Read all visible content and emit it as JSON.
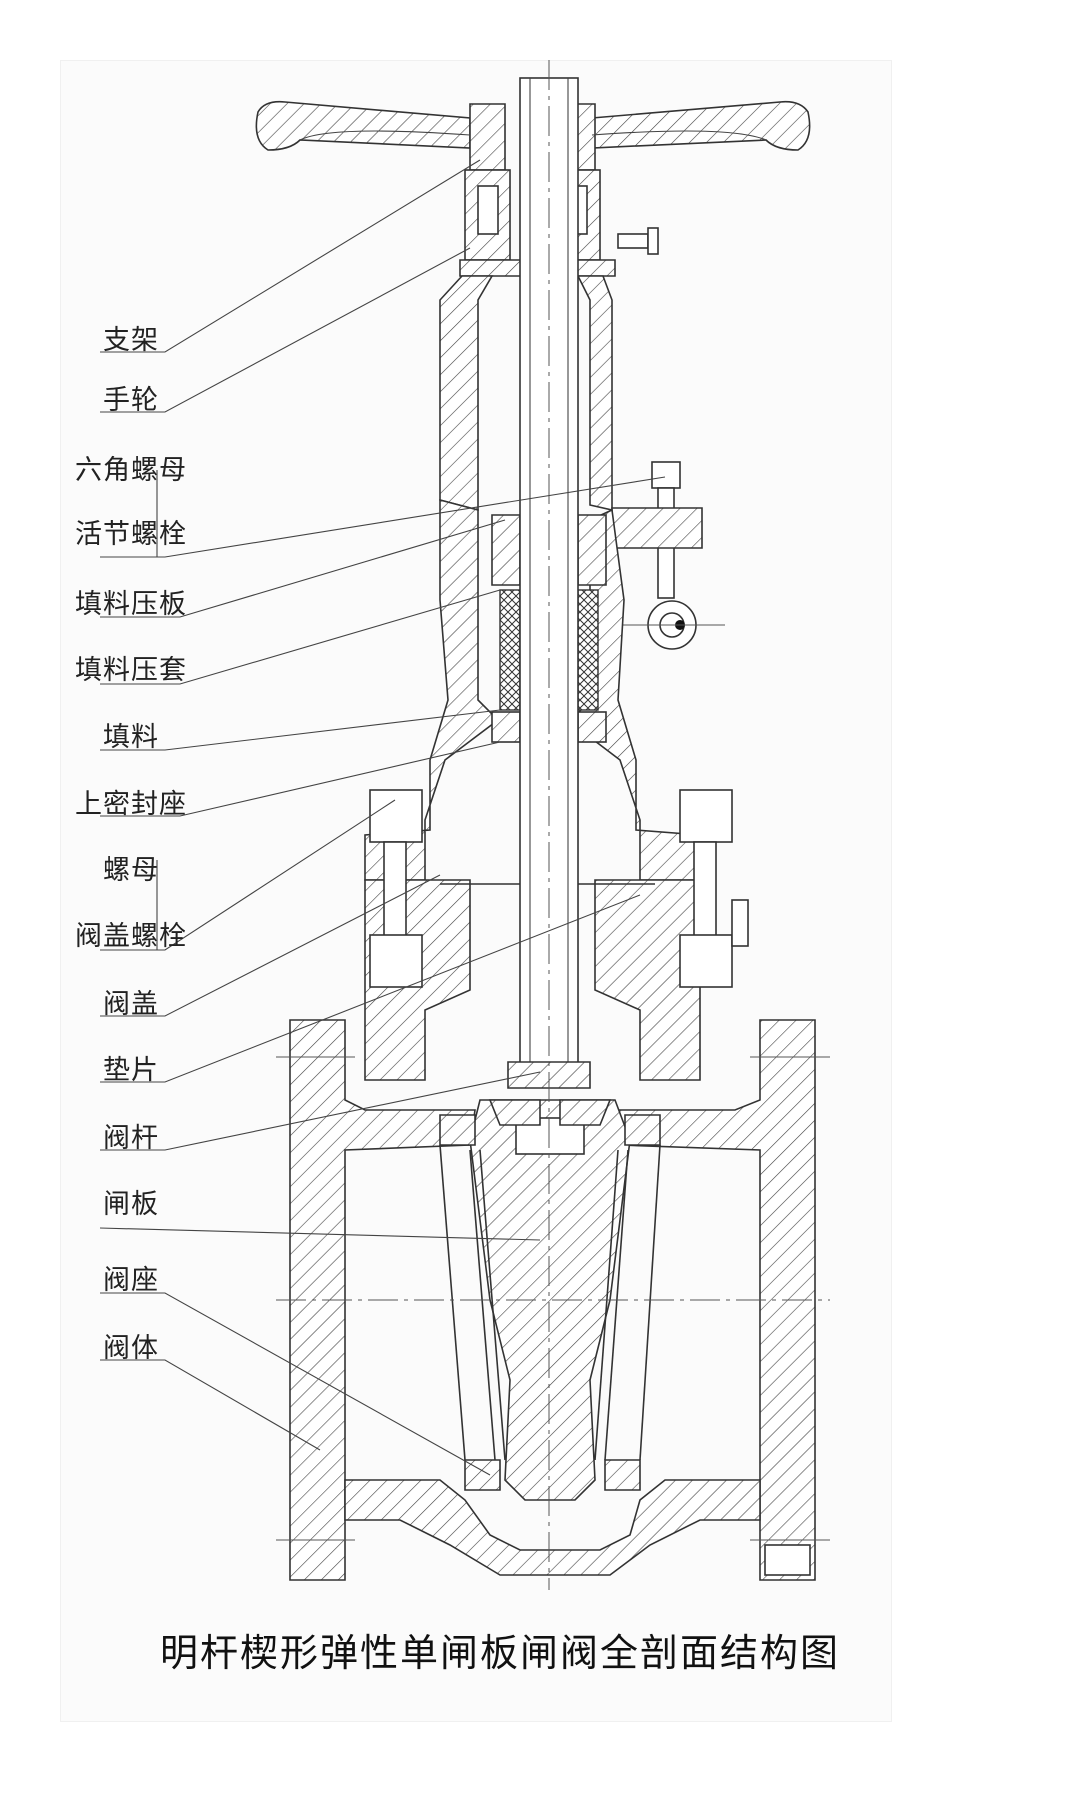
{
  "labels": [
    {
      "id": "zhijia",
      "text": "支架"
    },
    {
      "id": "shoulun",
      "text": "手轮"
    },
    {
      "id": "liujiao",
      "text": "六角螺母"
    },
    {
      "id": "huojie",
      "text": "活节螺栓"
    },
    {
      "id": "tianliao-yaban",
      "text": "填料压板"
    },
    {
      "id": "tianliao-yatao",
      "text": "填料压套"
    },
    {
      "id": "tianliao",
      "text": "填料"
    },
    {
      "id": "shangmifeng",
      "text": "上密封座"
    },
    {
      "id": "luomu",
      "text": "螺母"
    },
    {
      "id": "fagai-luoshuan",
      "text": "阀盖螺栓"
    },
    {
      "id": "fagai",
      "text": "阀盖"
    },
    {
      "id": "dianpian",
      "text": "垫片"
    },
    {
      "id": "fagan",
      "text": "阀杆"
    },
    {
      "id": "zhaban",
      "text": "闸板"
    },
    {
      "id": "fazuo",
      "text": "阀座"
    },
    {
      "id": "fati",
      "text": "阀体"
    }
  ],
  "caption": "明杆楔形弹性单闸板闸阀全剖面结构图"
}
